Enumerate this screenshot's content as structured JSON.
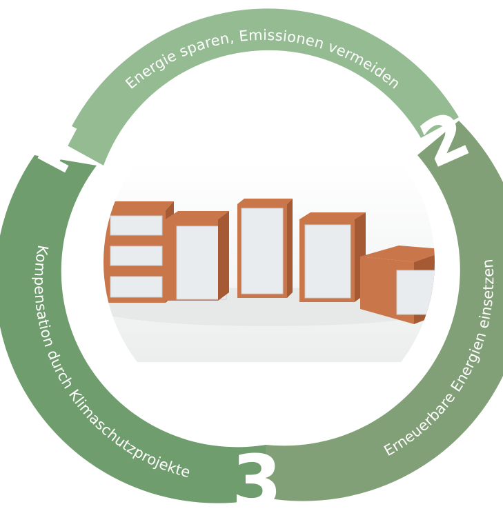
{
  "cycle": {
    "steps": [
      {
        "number": "1",
        "label": "Energie sparen, Emissionen vermeiden",
        "color": "#95bb93"
      },
      {
        "number": "2",
        "label": "Erneuerbare Energien einsetzen",
        "color": "#82a077"
      },
      {
        "number": "3",
        "label": "Kompensation durch Klimaschutzprojekte",
        "color": "#6f9d6d"
      }
    ]
  },
  "center_image": {
    "subject": "brick-blocks-photo",
    "colors": {
      "brick": "#c9764a",
      "brick_dark": "#a55a34",
      "insulation": "#e9ecef",
      "shadow": "#dcdcdc"
    }
  }
}
